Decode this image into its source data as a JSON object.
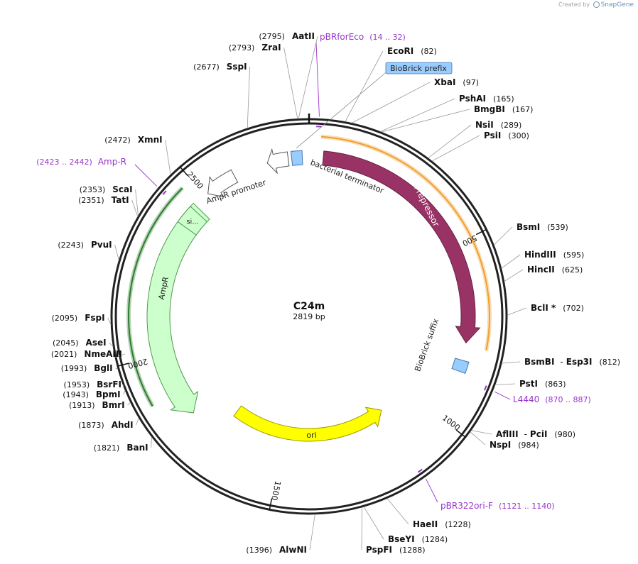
{
  "credit": {
    "prefix": "Created by",
    "brand": "SnapGene"
  },
  "plasmid": {
    "name": "C24m",
    "size_label": "2819 bp",
    "length": 2819
  },
  "ticks": [
    {
      "label": "500",
      "pos": 500
    },
    {
      "label": "1000",
      "pos": 1000
    },
    {
      "label": "1500",
      "pos": 1500
    },
    {
      "label": "2000",
      "pos": 2000
    },
    {
      "label": "2500",
      "pos": 2500
    }
  ],
  "features": [
    {
      "id": "ampr",
      "label": "AmpR",
      "start": 1802,
      "end": 2462,
      "dir": "rev",
      "track": 2,
      "fill": "#ccffcc",
      "stroke": "#4d994d"
    },
    {
      "id": "ampr-promoter",
      "label": "AmpR promoter",
      "start": 2510,
      "end": 2600,
      "dir": "rev",
      "track": 1,
      "fill": "#ffffff",
      "stroke": "#555555"
    },
    {
      "id": "bacterial-terminator",
      "label": "bacterial terminator",
      "start": 2700,
      "end": 2760,
      "dir": "rev",
      "track": 1,
      "fill": "#ffffff",
      "stroke": "#555555"
    },
    {
      "id": "lambda-repressor",
      "label": "λ repressor",
      "start": 40,
      "end": 780,
      "dir": "fwd",
      "track": 1,
      "fill": "#993366",
      "stroke": "#662244"
    },
    {
      "id": "ori",
      "label": "ori",
      "start": 1115,
      "end": 1700,
      "dir": "rev",
      "track": 3,
      "fill": "#ffff00",
      "stroke": "#999900"
    },
    {
      "id": "si",
      "label": "si...",
      "start": 2395,
      "end": 2450,
      "dir": "none",
      "track": 2,
      "fill": "#ccffcc",
      "stroke": "#4d994d"
    },
    {
      "id": "biobrick-prefix",
      "label": "BioBrick prefix",
      "start": 2770,
      "end": 2800,
      "dir": "none",
      "track": 1,
      "fill": "#99ccff",
      "stroke": "#4477aa"
    },
    {
      "id": "biobrick-suffix",
      "label": "BioBrick suffix",
      "start": 830,
      "end": 862,
      "dir": "none",
      "track": 1,
      "fill": "#99ccff",
      "stroke": "#4477aa"
    }
  ],
  "outer_arcs": [
    {
      "id": "orange-arc",
      "start": 30,
      "end": 790,
      "color": "#f0a030"
    },
    {
      "id": "green-arc",
      "start": 1880,
      "end": 2470,
      "color": "#2d7d2d"
    }
  ],
  "primers": [
    {
      "name": "pBRforEco",
      "range": "(14 .. 32)",
      "pos": 23
    },
    {
      "name": "Amp-R",
      "range": "(2423 .. 2442)",
      "pos": 2432
    },
    {
      "name": "L4440",
      "range": "(870 .. 887)",
      "pos": 878
    },
    {
      "name": "pBR322ori-F",
      "range": "(1121 .. 1140)",
      "pos": 1130
    }
  ],
  "sites": [
    {
      "name": "AatII",
      "pos_label": "(2795)",
      "pos": 2795
    },
    {
      "name": "ZraI",
      "pos_label": "(2793)",
      "pos": 2793
    },
    {
      "name": "SspI",
      "pos_label": "(2677)",
      "pos": 2677
    },
    {
      "name": "EcoRI",
      "pos_label": "(82)",
      "pos": 82
    },
    {
      "name": "XbaI",
      "pos_label": "(97)",
      "pos": 97
    },
    {
      "name": "PshAI",
      "pos_label": "(165)",
      "pos": 165
    },
    {
      "name": "BmgBI",
      "pos_label": "(167)",
      "pos": 167
    },
    {
      "name": "NsiI",
      "pos_label": "(289)",
      "pos": 289
    },
    {
      "name": "PsiI",
      "pos_label": "(300)",
      "pos": 300
    },
    {
      "name": "XmnI",
      "pos_label": "(2472)",
      "pos": 2472
    },
    {
      "name": "ScaI",
      "pos_label": "(2353)",
      "pos": 2353
    },
    {
      "name": "TatI",
      "pos_label": "(2351)",
      "pos": 2351
    },
    {
      "name": "PvuI",
      "pos_label": "(2243)",
      "pos": 2243
    },
    {
      "name": "BsmI",
      "pos_label": "(539)",
      "pos": 539
    },
    {
      "name": "HindIII",
      "pos_label": "(595)",
      "pos": 595
    },
    {
      "name": "HincII",
      "pos_label": "(625)",
      "pos": 625
    },
    {
      "name": "BclI *",
      "pos_label": "(702)",
      "pos": 702
    },
    {
      "name": "FspI",
      "pos_label": "(2095)",
      "pos": 2095
    },
    {
      "name": "AseI",
      "pos_label": "(2045)",
      "pos": 2045
    },
    {
      "name": "NmeAIII",
      "pos_label": "(2021)",
      "pos": 2021
    },
    {
      "name": "BglI",
      "pos_label": "(1993)",
      "pos": 1993
    },
    {
      "name": "BsrFI",
      "pos_label": "(1953)",
      "pos": 1953
    },
    {
      "name": "BpmI",
      "pos_label": "(1943)",
      "pos": 1943
    },
    {
      "name": "BmrI",
      "pos_label": "(1913)",
      "pos": 1913
    },
    {
      "name": "AhdI",
      "pos_label": "(1873)",
      "pos": 1873
    },
    {
      "name": "BanI",
      "pos_label": "(1821)",
      "pos": 1821
    },
    {
      "name": "BsmBI",
      "extra": "Esp3I",
      "pos_label": "(812)",
      "pos": 812
    },
    {
      "name": "PstI",
      "pos_label": "(863)",
      "pos": 863
    },
    {
      "name": "AflIII",
      "extra": "PciI",
      "pos_label": "(980)",
      "pos": 980
    },
    {
      "name": "NspI",
      "pos_label": "(984)",
      "pos": 984
    },
    {
      "name": "HaeII",
      "pos_label": "(1228)",
      "pos": 1228
    },
    {
      "name": "BseYI",
      "pos_label": "(1284)",
      "pos": 1284
    },
    {
      "name": "PspFI",
      "pos_label": "(1288)",
      "pos": 1288
    },
    {
      "name": "AlwNI",
      "pos_label": "(1396)",
      "pos": 1396
    }
  ]
}
